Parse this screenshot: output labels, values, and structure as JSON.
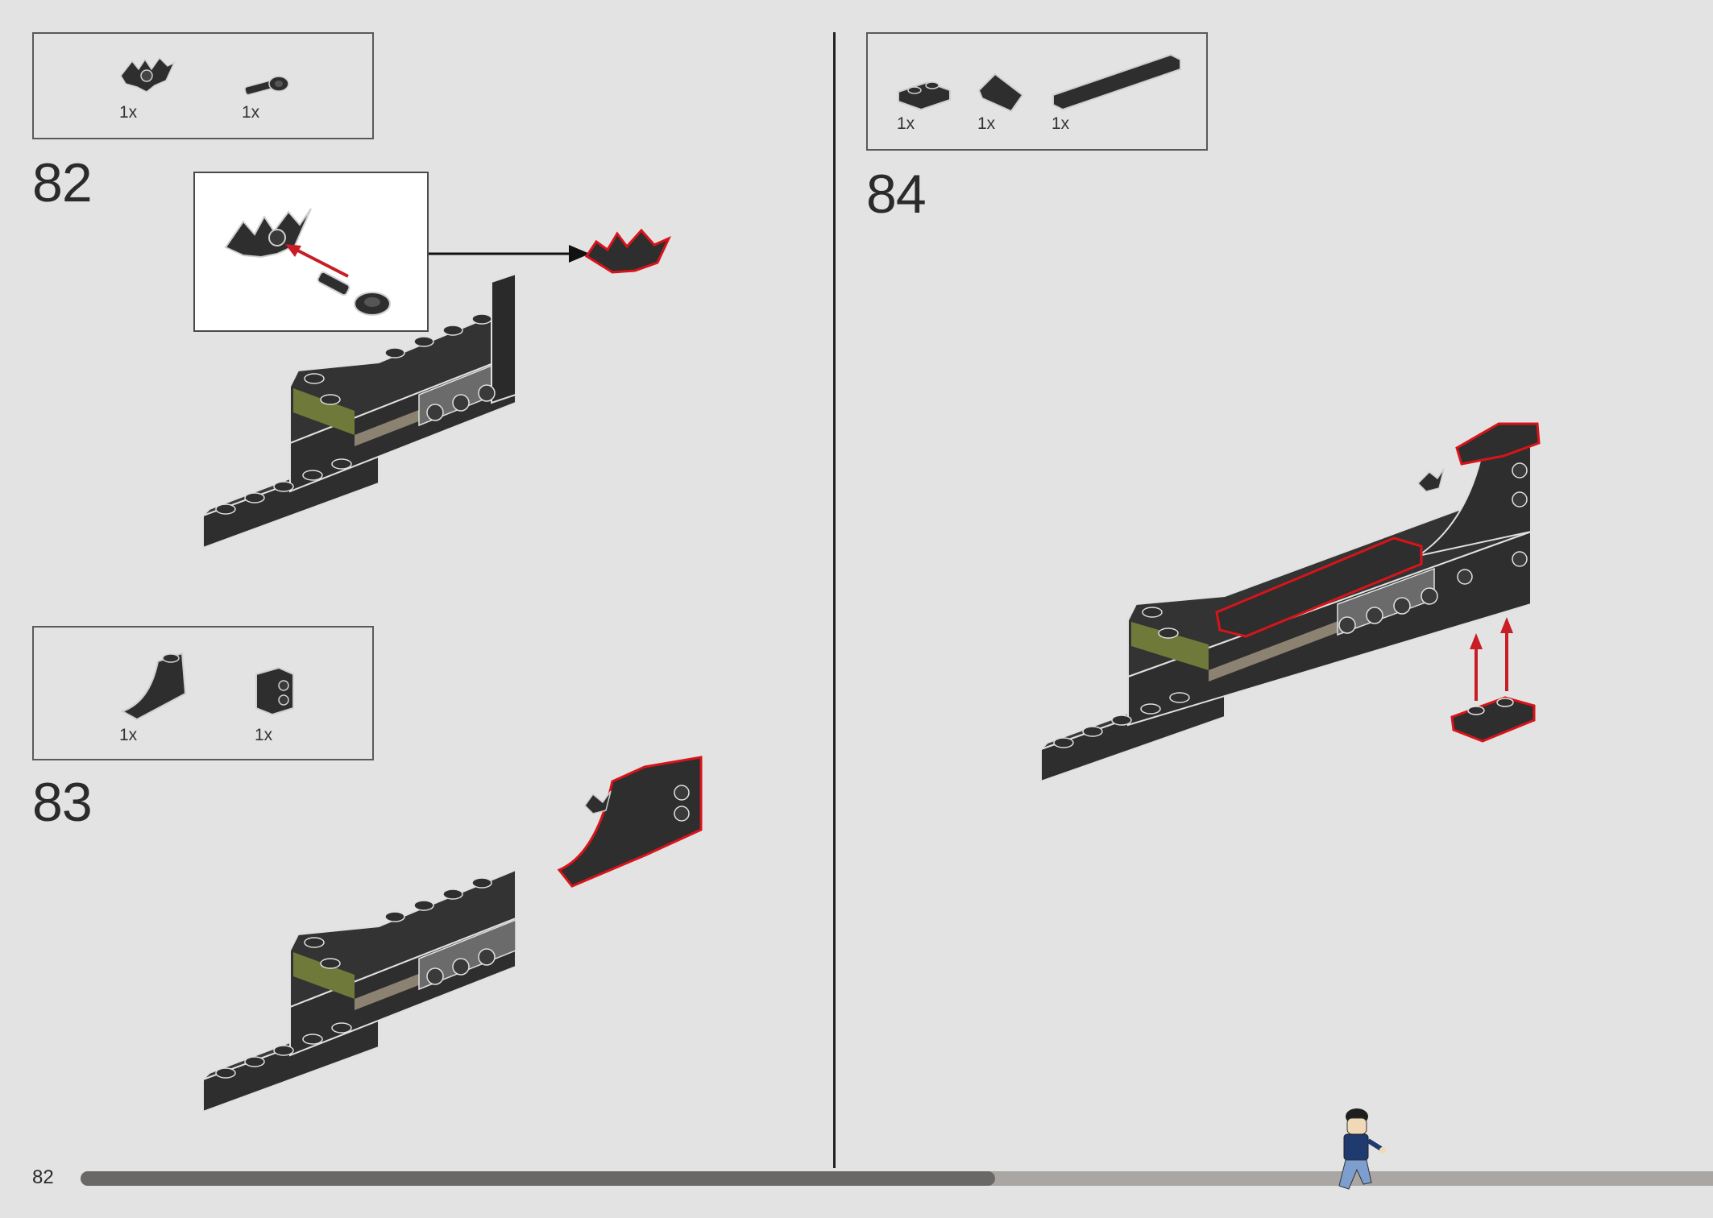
{
  "page": {
    "page_number": "82",
    "progress_fraction": 0.56
  },
  "steps": [
    {
      "number": "82",
      "parts": [
        {
          "icon": "bat-piece-icon",
          "qty": "1x"
        },
        {
          "icon": "pin-connector-icon",
          "qty": "1x"
        }
      ]
    },
    {
      "number": "83",
      "parts": [
        {
          "icon": "curved-slope-icon",
          "qty": "1x"
        },
        {
          "icon": "brick-with-studs-side-icon",
          "qty": "1x"
        }
      ]
    },
    {
      "number": "84",
      "parts": [
        {
          "icon": "plate-1x2-icon",
          "qty": "1x"
        },
        {
          "icon": "slope-tile-icon",
          "qty": "1x"
        },
        {
          "icon": "long-tile-icon",
          "qty": "1x"
        }
      ]
    }
  ],
  "colors": {
    "brick": "#2e2e2e",
    "brick_edge": "#d9d9d9",
    "highlight": "#d7141a",
    "olive": "#6f7a3a",
    "tan": "#8c8272",
    "grey": "#6b6b6b",
    "background": "#e3e3e3"
  }
}
